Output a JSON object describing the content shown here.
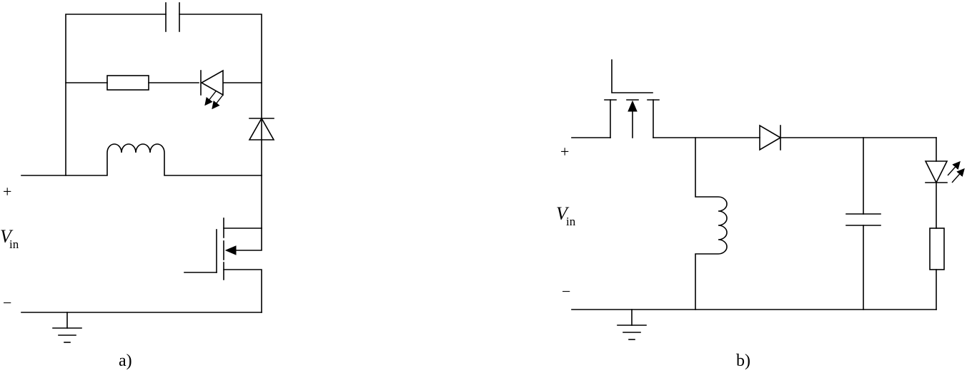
{
  "diagram_a": {
    "caption": "a)",
    "plus": "+",
    "minus": "−",
    "vin_main": "V",
    "vin_sub": "in"
  },
  "diagram_b": {
    "caption": "b)",
    "plus": "+",
    "minus": "−",
    "vin_main": "V",
    "vin_sub": "in"
  },
  "colors": {
    "ink": "#000000",
    "background": "#ffffff"
  }
}
